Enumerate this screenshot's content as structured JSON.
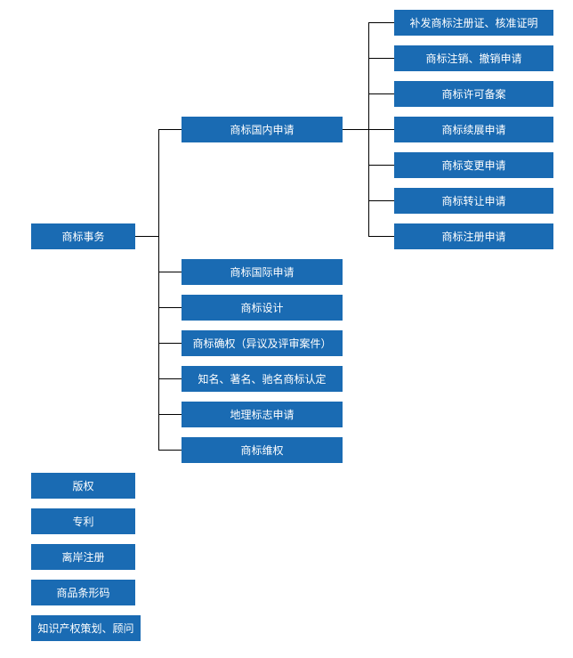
{
  "diagram": {
    "colors": {
      "box_fill": "#1a6bb3",
      "box_text": "#ffffff",
      "line": "#000000",
      "page_bg": "#ffffff"
    },
    "root": {
      "label": "商标事务"
    },
    "trademark_services": [
      {
        "label": "商标国内申请"
      },
      {
        "label": "商标国际申请"
      },
      {
        "label": "商标设计"
      },
      {
        "label": "商标确权（异议及评审案件）"
      },
      {
        "label": "知名、著名、驰名商标认定"
      },
      {
        "label": "地理标志申请"
      },
      {
        "label": "商标维权"
      }
    ],
    "domestic_sub_services": [
      {
        "label": "补发商标注册证、核准证明"
      },
      {
        "label": "商标注销、撤销申请"
      },
      {
        "label": "商标许可备案"
      },
      {
        "label": "商标续展申请"
      },
      {
        "label": "商标变更申请"
      },
      {
        "label": "商标转让申请"
      },
      {
        "label": "商标注册申请"
      }
    ],
    "other_categories": [
      {
        "label": "版权"
      },
      {
        "label": "专利"
      },
      {
        "label": "离岸注册"
      },
      {
        "label": "商品条形码"
      },
      {
        "label": "知识产权策划、顾问"
      }
    ]
  }
}
